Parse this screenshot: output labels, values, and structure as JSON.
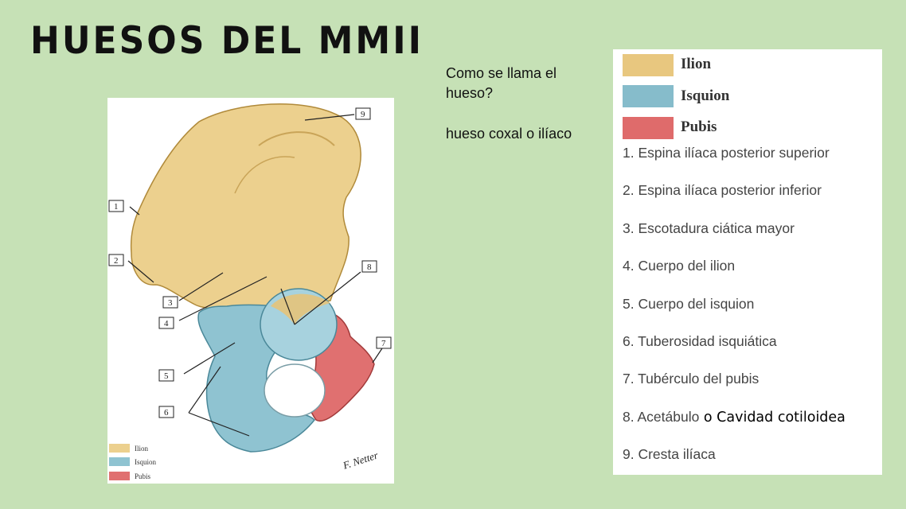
{
  "slide": {
    "title": "HUESOS DEL MMII",
    "question": "Como se llama el hueso?",
    "answer": "hueso coxal o ilíaco"
  },
  "legend": {
    "items": [
      {
        "label": "Ilion",
        "color": "#e8c77f"
      },
      {
        "label": "Isquion",
        "color": "#86bccb"
      },
      {
        "label": "Pubis",
        "color": "#df6b6b"
      }
    ]
  },
  "parts": [
    "1. Espina ilíaca posterior superior",
    "2. Espina ilíaca posterior inferior",
    "3. Escotadura ciática mayor",
    "4. Cuerpo del ilion",
    "5. Cuerpo del isquion",
    "6. Tuberosidad isquiática",
    "7. Tubérculo del pubis",
    "8. Acetábulo",
    "9. Cresta ilíaca"
  ],
  "part8_extra": " o Cavidad cotiloidea",
  "figure": {
    "callouts": [
      "1",
      "2",
      "3",
      "4",
      "5",
      "6",
      "7",
      "8",
      "9"
    ],
    "mini_legend": [
      "Ilion",
      "Isquion",
      "Pubis"
    ],
    "signature": "F. Netter"
  }
}
